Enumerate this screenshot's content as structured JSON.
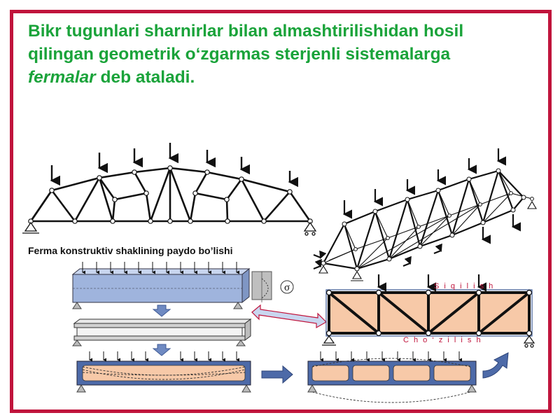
{
  "title": {
    "line1": "Bikr tugunlari sharnirlar bilan almashtirilishidan hosil",
    "line2": "qilingan geometrik o‘zgarmas sterjenli sistemalarga",
    "line3_italic": "fermalar",
    "line3_rest": " deb ataladi."
  },
  "subtitle": "Ferma konstruktiv shaklining paydo bo’lishi",
  "labels": {
    "compression": "S i q i l i s h",
    "tension": "C h o ‘ z i l i s h",
    "sigma": "σ"
  },
  "colors": {
    "frame": "#c0143c",
    "title": "#1aa33a",
    "beam": "#9fb4dd",
    "panel_fill": "#f7c9a8",
    "arrow": "#5a7ab8",
    "label": "#c0143c"
  }
}
